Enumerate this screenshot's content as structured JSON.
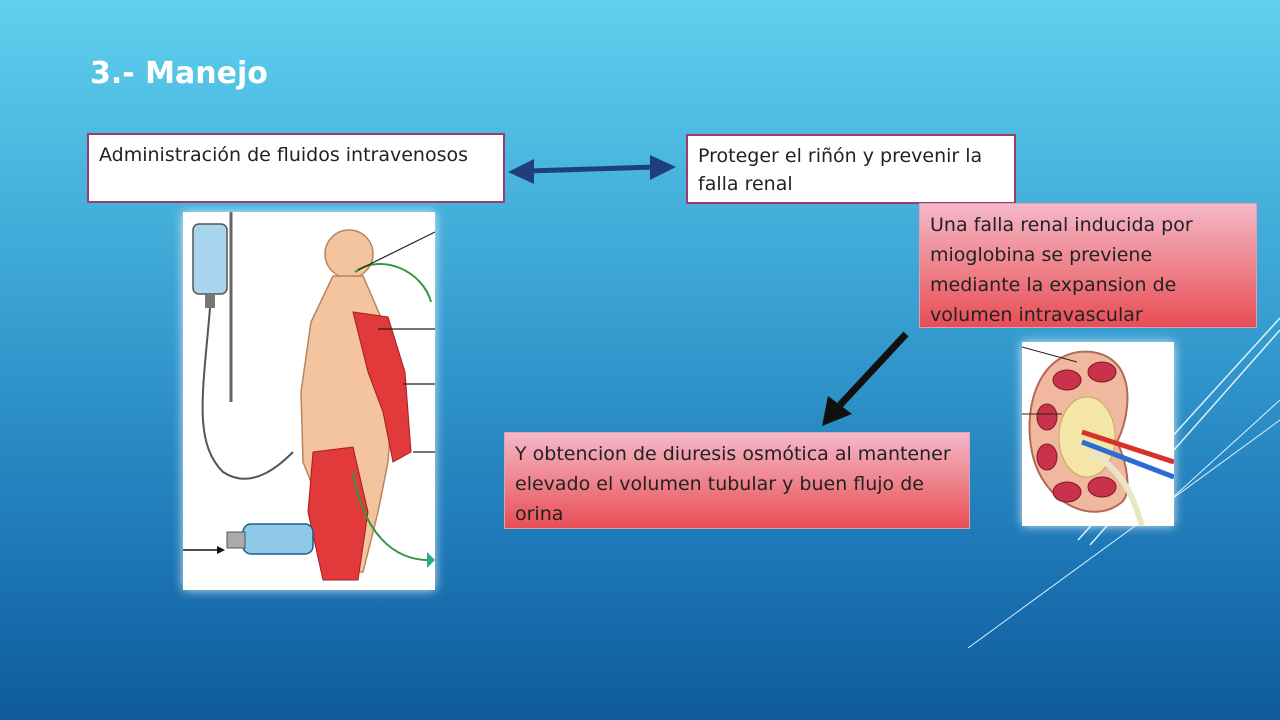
{
  "slide": {
    "title": "3.- Manejo",
    "boxes": {
      "fluids": "Administración de fluidos intravenosos",
      "protect": "Proteger el riñón y prevenir la falla renal",
      "myoglobin": "Una falla renal inducida por mioglobina se previene mediante la expansion de volumen intravascular",
      "diuresis": "Y obtencion de diuresis  osmótica al mantener elevado el volumen tubular y buen flujo de orina"
    }
  },
  "colors": {
    "box_border": "#9c3b6e",
    "arrow_blue": "#1f3f7a",
    "arrow_black": "#111111"
  },
  "icons": {
    "iv_illustration": "iv-fluid-patient-illustration",
    "kidney_illustration": "kidney-cross-section-illustration"
  }
}
